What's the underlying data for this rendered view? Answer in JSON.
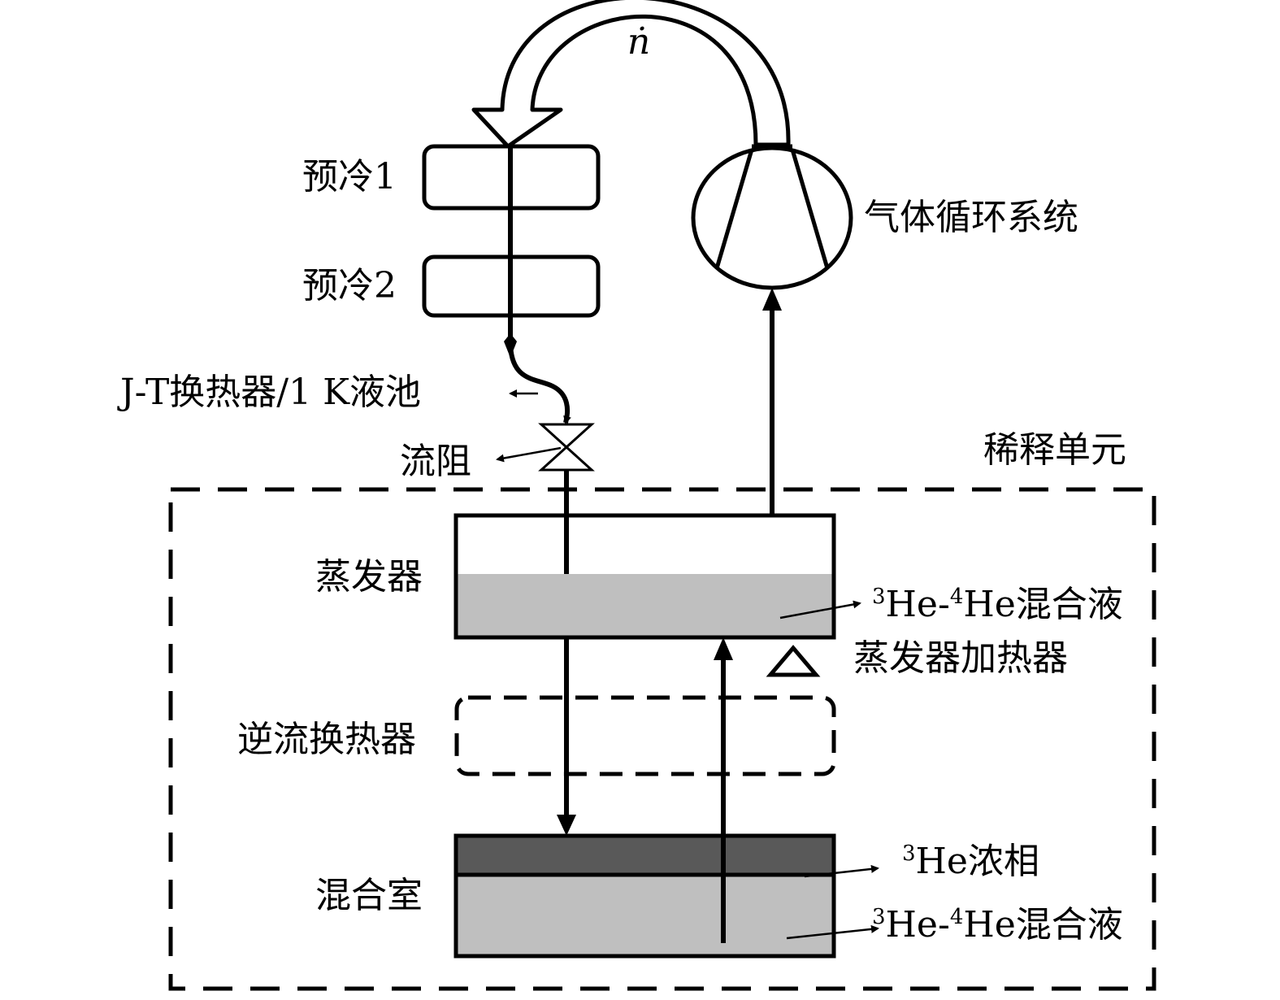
{
  "flow_symbol": "ṅ",
  "labels": {
    "precool1": "预冷1",
    "precool2": "预冷2",
    "jt_exchanger": "J-T换热器/1 K液池",
    "flow_impedance": "流阻",
    "gas_circulation": "气体循环系统",
    "dilution_unit": "稀释单元",
    "evaporator": "蒸发器",
    "counterflow_exchanger": "逆流换热器",
    "mixing_chamber": "混合室",
    "evaporator_heater": "蒸发器加热器",
    "evap_mixture": {
      "sup1": "3",
      "a": "He-",
      "sup2": "4",
      "b": "He混合液"
    },
    "mc_concentrated": {
      "sup1": "3",
      "a": "He浓相"
    },
    "mc_mixture": {
      "sup1": "3",
      "a": "He-",
      "sup2": "4",
      "b": "He混合液"
    }
  },
  "colors": {
    "line": "#000000",
    "liquid_light": "#bfbfbf",
    "liquid_dark": "#595959",
    "background": "#ffffff"
  }
}
